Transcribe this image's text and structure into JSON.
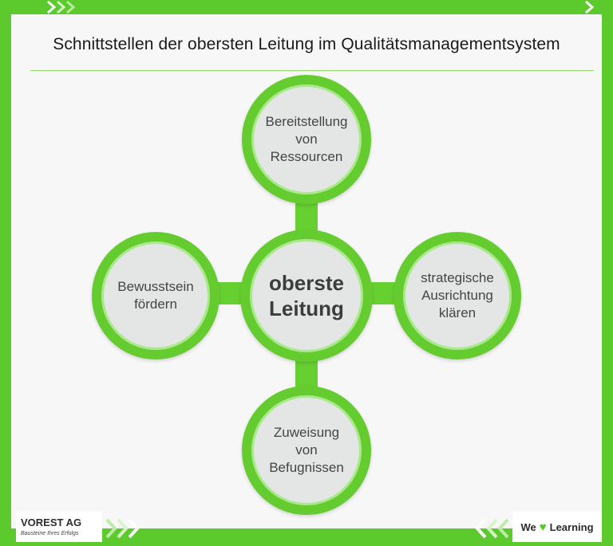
{
  "title": "Schnittstellen der obersten Leitung im Qualitätsmanagementsystem",
  "nodes": {
    "center": "oberste\nLeitung",
    "top": "Bereitstellung\nvon\nRessourcen",
    "right": "strategische\nAusrichtung\nklären",
    "bottom": "Zuweisung\nvon\nBefugnissen",
    "left": "Bewusstsein\nfördern"
  },
  "footer": {
    "logo_name": "VOREST AG",
    "logo_tagline": "Bausteine Ihres Erfolgs",
    "tag_we": "We",
    "tag_learning": "Learning"
  },
  "colors": {
    "accent": "#5cc92d",
    "circle_fill": "#e4e6e6",
    "text": "#444444"
  },
  "icons": [
    "chevron-right-icon",
    "heart-icon"
  ]
}
